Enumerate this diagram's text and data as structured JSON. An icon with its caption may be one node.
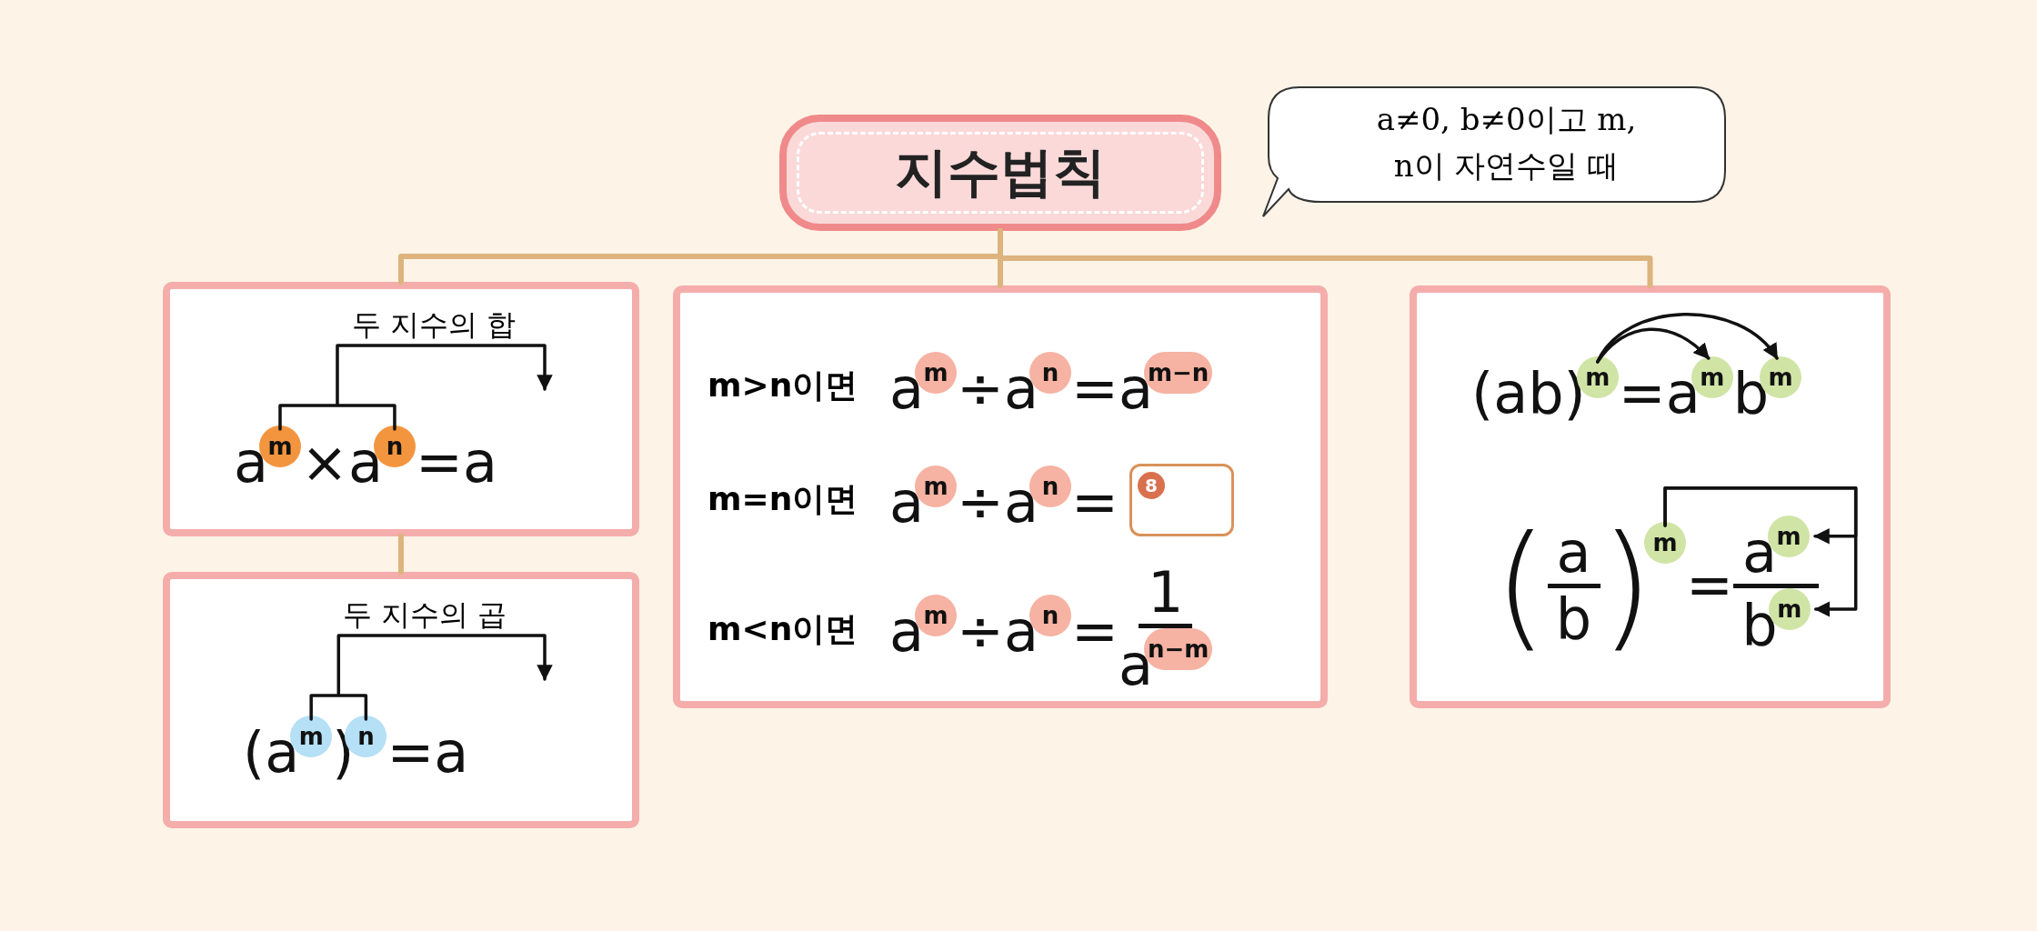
{
  "diagram": {
    "nodes": [
      {
        "text": [
          "지수법칙"
        ]
      },
      {
        "text": [
          "a≠0, b≠0이고 m, n이 자연수일 때"
        ]
      },
      {
        "text": [
          "두 지수의 합",
          "a$^{m}$×a$^{n}$=a"
        ]
      },
      {
        "text": [
          "두 지수의 곱",
          "(a$^{m}$)$^{n}$=a"
        ]
      },
      {
        "text": [
          "m>n이면",
          "a$^{m}$÷a$^{n}$=a$^{m−n}$",
          "m=n이면",
          "a$^{m}$÷a$^{n}$=",
          "m<n이면",
          "a$^{m}$÷a$^{n}$=",
          "1",
          "a$^{n−m}$"
        ]
      },
      {
        "text": [
          "8"
        ],
        "in": 4
      },
      {
        "text": [
          "(ab)$^{m}$=a$^{m}$b$^{m}$",
          "(",
          "a",
          "b",
          ")$^{m}$",
          "=",
          "a$^{m}$",
          "b$^{m}$"
        ]
      }
    ],
    "edges": [
      {
        "from": 0,
        "to": 2,
        "arrow": "none",
        "color": "#ddb47e"
      },
      {
        "from": 0,
        "to": 4,
        "arrow": "none",
        "color": "#ddb47e"
      },
      {
        "from": 0,
        "to": 6,
        "arrow": "none",
        "color": "#ddb47e"
      },
      {
        "from": 2,
        "to": 3,
        "arrow": "none",
        "color": "#ddb47e"
      },
      {
        "from": 2,
        "to": 2,
        "arrow": "to"
      },
      {
        "from": 3,
        "to": 3,
        "arrow": "to"
      },
      {
        "from": 6,
        "to": 6,
        "arrow": "to"
      },
      {
        "from": 6,
        "to": 6,
        "arrow": "to"
      },
      {
        "from": 6,
        "to": 6,
        "arrow": "to"
      },
      {
        "from": 6,
        "to": 6,
        "arrow": "to"
      }
    ]
  }
}
